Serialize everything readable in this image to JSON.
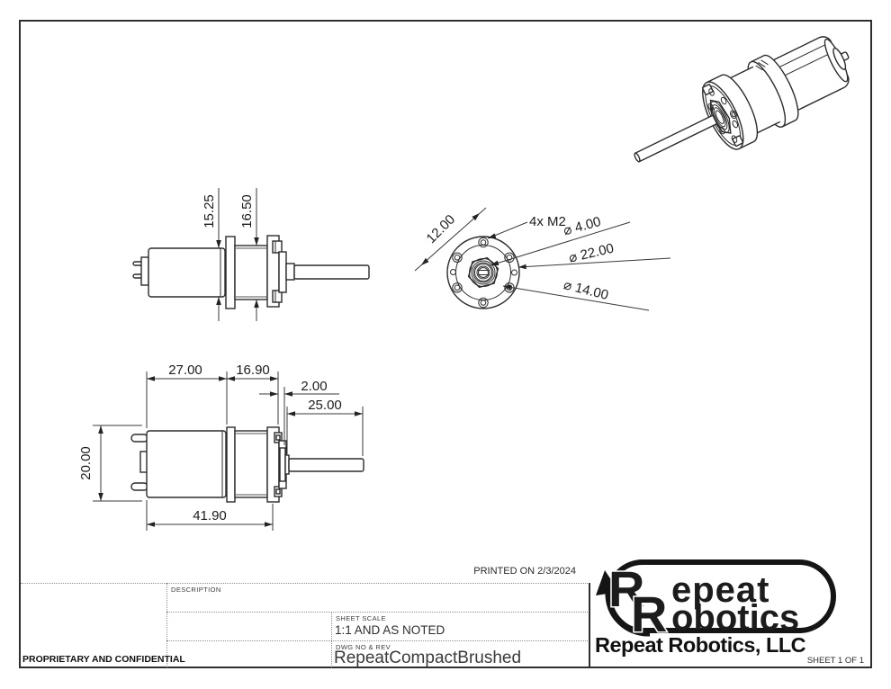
{
  "title_block": {
    "printed_on": "PRINTED ON 2/3/2024",
    "proprietary": "PROPRIETARY AND CONFIDENTIAL",
    "description_label": "DESCRIPTION",
    "sheet_scale_label": "SHEET SCALE",
    "sheet_scale_value": "1:1 AND AS NOTED",
    "dwg_label": "DWG  NO & REV",
    "dwg_value": "RepeatCompactBrushed",
    "sheet_info": "SHEET 1 OF 1"
  },
  "logo": {
    "monogram": "R",
    "word_top": "epeat",
    "word_bottom": "obotics",
    "company": "Repeat Robotics, LLC",
    "red": "#d7282f",
    "black": "#151515"
  },
  "views": {
    "side": {
      "dims": {
        "body_dia": "15.25",
        "gear_dia": "16.50"
      }
    },
    "front": {
      "dims": {
        "hole_spacing": "12.00",
        "holes": "4x M2",
        "shaft_dia": "⌀ 4.00",
        "flange_dia": "⌀ 22.00",
        "bolt_circle_dia": "⌀ 14.00"
      }
    },
    "plan": {
      "dims": {
        "body_len": "27.00",
        "gearbox_len": "16.90",
        "boss_len": "2.00",
        "shaft_len": "25.00",
        "body_height": "20.00",
        "total_len": "41.90"
      }
    }
  }
}
